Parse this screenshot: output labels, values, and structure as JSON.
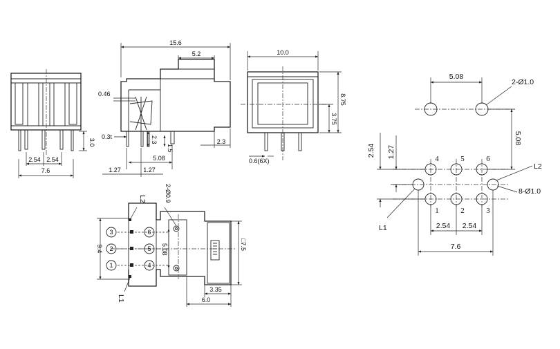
{
  "front_view": {
    "dim_height": "3.0",
    "dim_pitch_a": "2.54",
    "dim_pitch_b": "2.54",
    "dim_width": "7.6"
  },
  "side_view": {
    "dim_length": "15.6",
    "dim_body": "5.2",
    "dim_046": "0.46",
    "dim_03t": "0.3t",
    "dim_23a": "2.3",
    "dim_15": "1.5",
    "dim_508": "5.08",
    "dim_23b": "2.3",
    "dim_127a": "1.27",
    "dim_127b": "1.27"
  },
  "end_view": {
    "dim_width": "10.0",
    "dim_height": "8.75",
    "dim_375": "3.75",
    "dim_pins": "0.6(6X)"
  },
  "top_view": {
    "label_l2": "L2",
    "label_holes": "2-Ø0.9",
    "dim_94": "9.4",
    "dim_508": "5.08",
    "dim_square": "□7.5",
    "dim_335": "3.35",
    "dim_60": "6.0",
    "label_l1": "L1",
    "pin_numbers": [
      "3",
      "6",
      "2",
      "5",
      "1",
      "4"
    ]
  },
  "footprint": {
    "dim_top_pitch": "5.08",
    "label_holes_large": "2-Ø1.0",
    "dim_vert": "5.08",
    "dim_254": "2.54",
    "dim_127": "1.27",
    "pin_top": [
      "4",
      "5",
      "6"
    ],
    "pin_bottom": [
      "1",
      "2",
      "3"
    ],
    "label_l2": "L2",
    "label_holes_small": "8-Ø1.0",
    "label_l1": "L1",
    "dim_pitch_a": "2.54",
    "dim_pitch_b": "2.54",
    "dim_width": "7.6"
  }
}
